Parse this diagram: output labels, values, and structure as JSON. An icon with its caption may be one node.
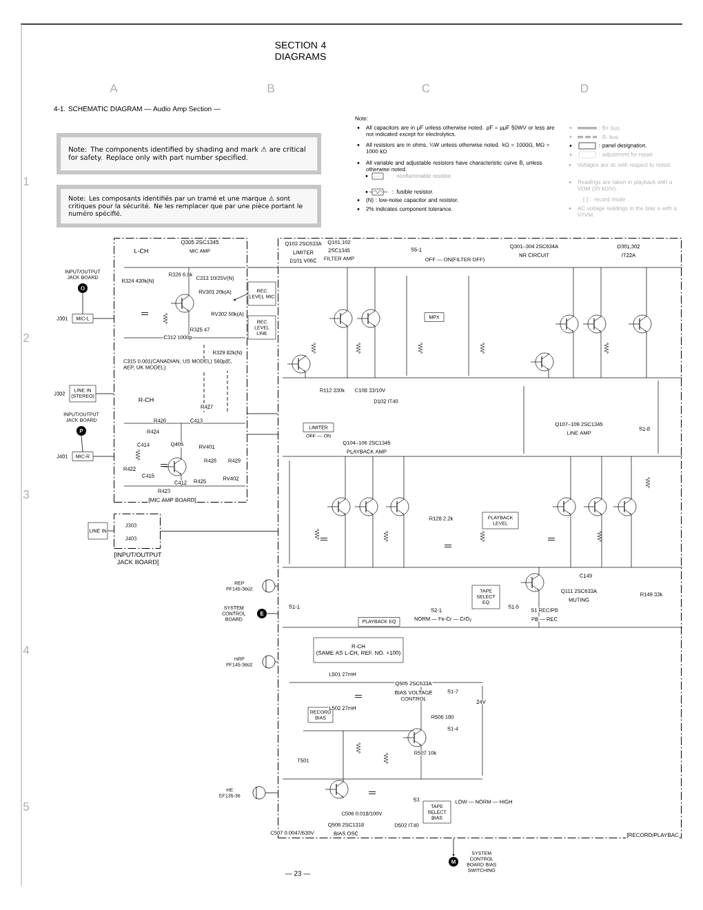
{
  "diagram": {
    "title": "SECTION 4 DIAGRAMS",
    "nodes": [
      {
        "text": [
          "Note: The components identified by shading and mark ⚠ are critical for safety. Replace only with part number specified."
        ]
      },
      {
        "text": [
          "Note: Les composants identifiés par un tramé et une marque ⚠ sont critiques pour la sécurité. Ne les remplacer que par une pièce portant le numéro spécifié."
        ]
      },
      {
        "text": [
          "L-CH",
          "Q305 2SC1345",
          "MIC AMP",
          "R-CH",
          "[MIC AMP BOARD]"
        ]
      },
      {
        "text": [
          "REC LEVEL MIC"
        ]
      },
      {
        "text": [
          "REC LEVEL LINE"
        ]
      },
      {
        "text": [
          "[INPUT/OUTPUT JACK BOARD]"
        ]
      },
      {
        "text": [
          "[RECORD/PLAYBAC"
        ]
      },
      {
        "text": [
          "LIMITER"
        ],
        "beside": [
          "OFF — ON"
        ],
        "in": 6
      },
      {
        "text": [
          "MPX"
        ],
        "in": 6
      },
      {
        "text": [
          "PLAYBACK LEVEL"
        ],
        "in": 6
      },
      {
        "text": [
          "TAPE SELECT EQ"
        ],
        "in": 6
      },
      {
        "text": [
          "PLAYBACK EQ"
        ],
        "in": 6
      },
      {
        "text": [
          "R-CH",
          "(SAME AS L-CH, REF. NO. +100)"
        ],
        "in": 6
      },
      {
        "text": [
          "RECORD BIAS"
        ],
        "in": 6
      },
      {
        "text": [
          "TAPE SELECT BIAS"
        ],
        "in": 6
      },
      {
        "text": [
          "O"
        ],
        "beside": [
          "INPUT/OUTPUT JACK BOARD"
        ]
      },
      {
        "text": [
          "P"
        ],
        "beside": [
          "INPUT/OUTPUT JACK BOARD"
        ]
      },
      {
        "text": [
          "E"
        ],
        "beside": [
          "SYSTEM CONTROL BOARD"
        ]
      },
      {
        "text": [
          "M"
        ],
        "beside": [
          "SYSTEM CONTROL BOARD BIAS SWITCHING"
        ]
      },
      {
        "text": [],
        "shape": "circle",
        "beside": [
          "REP",
          "PF145-3602"
        ]
      },
      {
        "text": [],
        "shape": "circle",
        "beside": [
          "HRP",
          "PF145-3602"
        ]
      },
      {
        "text": [],
        "shape": "circle",
        "beside": [
          "HE",
          "EF135-36"
        ]
      },
      {
        "text": [
          "J301",
          "MIC-L"
        ]
      },
      {
        "text": [
          "J302",
          "LINE IN (STEREO)"
        ]
      },
      {
        "text": [
          "J401",
          "MIC-R"
        ]
      },
      {
        "text": [
          "LINE IN"
        ]
      }
    ],
    "edges": [
      {
        "from": 22,
        "to": 2,
        "arrow": "none"
      },
      {
        "from": 23,
        "to": 2,
        "arrow": "none"
      },
      {
        "from": 24,
        "to": 2,
        "arrow": "none"
      },
      {
        "from": 15,
        "to": 22,
        "arrow": "none"
      },
      {
        "from": 16,
        "to": 24,
        "arrow": "none"
      },
      {
        "from": 25,
        "to": 5,
        "arrow": "none"
      },
      {
        "from": 5,
        "to": 6,
        "arrow": "none"
      },
      {
        "from": 2,
        "to": 6,
        "arrow": "none"
      },
      {
        "from": 3,
        "to": 2,
        "arrow": "to"
      },
      {
        "from": 19,
        "to": 6,
        "arrow": "none"
      },
      {
        "from": 20,
        "to": 6,
        "arrow": "none"
      },
      {
        "from": 21,
        "to": 6,
        "arrow": "none"
      },
      {
        "from": 17,
        "to": 6,
        "arrow": "none"
      },
      {
        "from": 6,
        "to": 18,
        "arrow": "to"
      },
      {
        "from": 2,
        "to": 6,
        "arrow": "none"
      },
      {
        "from": 2,
        "to": 6,
        "arrow": "none"
      }
    ],
    "labels": [
      "4-1. SCHEMATIC DIAGRAM — Audio Amp Section —",
      "Note:",
      "All capacitors are in μF unless otherwise noted. pF = μμF 50WV or less are not indicated except for electrolytics.",
      "All resistors are in ohms, ¼W unless otherwise noted. kΩ = 1000Ω, MΩ = 1000 kΩ",
      "All variable and adjustable resistors have characteristic curve B, unless otherwise noted.",
      ": nonflammable resistor.",
      ": fusible resistor.",
      "(N) : low-noise capacitor and resistor.",
      "2% indicates component tolerance.",
      "Voltages are dc with respect to noted.",
      "Readings are taken in playback with a VOM (20 kΩ/V).",
      "[ ] : record mode",
      "AC voltage readings in the bias o with a VTVM.",
      "A",
      "B",
      "C",
      "D",
      "1",
      "2",
      "3",
      "4",
      "5",
      "— 23 —",
      "Q103 2SC633A",
      "LIMITER",
      "D101 V06C",
      "Q101,102",
      "2SC1345",
      "FILTER AMP",
      "S5-1",
      "OFF — ON(FILTER OFF)",
      "Q301–304 2SC634A",
      "NR CIRCUIT",
      "D301,302",
      "IT22A",
      "R112 330k",
      "C108 33/10V",
      "D102 IT40",
      "Q104–106 2SC1345",
      "PLAYBACK AMP",
      "Q107–109 2SC1345",
      "LINE AMP",
      "S1-8",
      "R128 2.2k",
      "C149",
      "Q111 2SC633A",
      "MUTING",
      "R149 33k",
      "S1-1",
      "S2-1",
      "NORM — Fe-Cr — CrO$_{2}$",
      "S1-5",
      "S1 REC/PB",
      "PB — REC",
      "L501 27mH",
      "Q505 2SC633A",
      "BIAS VOLTAGE CONTROL",
      "S1-7",
      "24V",
      "L502 27mH",
      "R506 180",
      "S1-4",
      "R507 10k",
      "T501",
      "S3",
      "LOW — NORM — HIGH",
      "C506 0.018/100V",
      "Q506 2SC1318",
      "D502 IT40",
      "C507 0.0047/630V",
      "BIAS OSC",
      "R324 430k(N)",
      "R326 6.8k",
      "C313 10/25V(N)",
      "RV301 20k(A)",
      "RV302 50k(A)",
      "C312 1000p",
      "R325 47",
      "R329 82k(N)",
      "C315 0.001(CANADIAN, US MODEL) 560p(E, AEP, UK MODEL)",
      "R427",
      "R426",
      "C413",
      "R424",
      "C414",
      "Q405",
      "RV401",
      "R428",
      "R429",
      "R422",
      "C415",
      "C412",
      "R425",
      "RV402",
      "R423",
      "J303",
      "J403"
    ],
    "legend": [
      {
        "text": ": B+ bus."
      },
      {
        "text": ": B- bus."
      },
      {
        "text": ": panel designation."
      },
      {
        "text": ": adjustment for repair."
      }
    ]
  }
}
